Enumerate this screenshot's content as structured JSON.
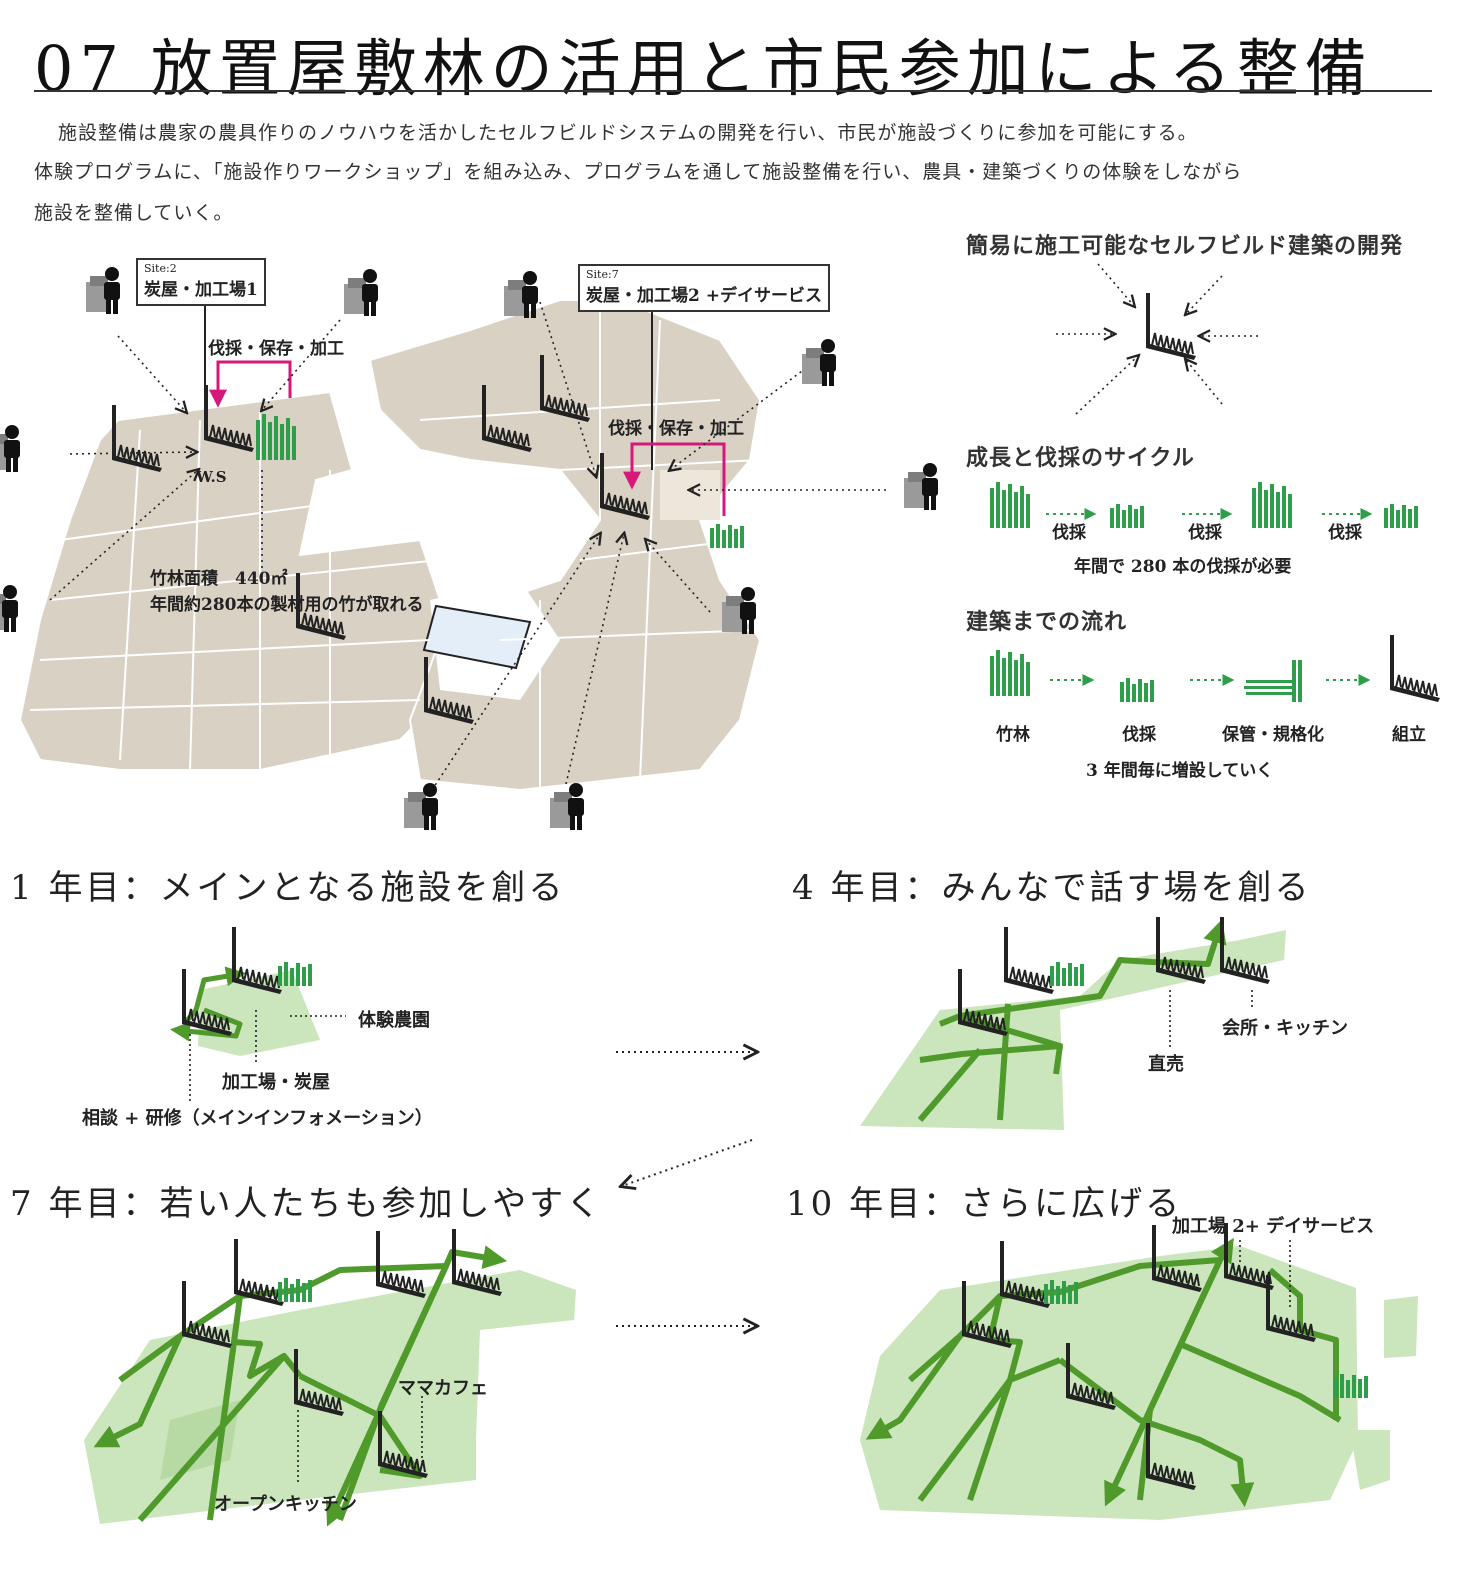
{
  "title": "07 放置屋敷林の活用と市民参加による整備",
  "intro": [
    "施設整備は農家の農具作りのノウハウを活かしたセルフビルドシステムの開発を行い、市民が施設づくりに参加を可能にする。",
    "体験プログラムに、「施設作りワークショップ」を組み込み、プログラムを通して施設整備を行い、農具・建築づくりの体験をしながら",
    "施設を整備していく。"
  ],
  "map": {
    "site2_id": "Site:2",
    "site2_name": "炭屋・加工場1",
    "site7_id": "Site:7",
    "site7_name": "炭屋・加工場2 +デイサービス",
    "cycle_label_1": "伐採・保存・加工",
    "cycle_label_2": "伐採・保存・加工",
    "ws": "W.S",
    "bamboo_area": "竹林面積　440㎡",
    "bamboo_yield": "年間約280本の製材用の竹が取れる"
  },
  "right_panel": {
    "heading_selfbuild": "簡易に施工可能なセルフビルド建築の開発",
    "heading_cycle": "成長と伐採のサイクル",
    "cycle_steps": [
      "伐採",
      "伐採",
      "伐採"
    ],
    "cycle_note": "年間で 280 本の伐採が必要",
    "heading_flow": "建築までの流れ",
    "flow_steps": [
      "竹林",
      "伐採",
      "保管・規格化",
      "組立"
    ],
    "flow_note": "3 年間毎に増設していく"
  },
  "stages": {
    "y1": {
      "title": "1 年目：メインとなる施設を創る",
      "labels": [
        "体験農園",
        "加工場・炭屋",
        "相談 + 研修（メインインフォメーション）"
      ]
    },
    "y4": {
      "title": "4 年目：みんなで話す場を創る",
      "labels": [
        "会所・キッチン",
        "直売"
      ]
    },
    "y7": {
      "title": "7 年目：若い人たちも参加しやすく",
      "labels": [
        "ママカフェ",
        "オープンキッチン"
      ]
    },
    "y10": {
      "title": "10 年目：さらに広げる",
      "labels": [
        "加工場 2+ デイサービス"
      ]
    }
  },
  "colors": {
    "ground": "#d9d2c4",
    "ground_line": "#ffffff",
    "bamboo_green": "#2e9e4a",
    "path_green": "#4f9a2a",
    "area_green": "#cbe5bd",
    "magenta": "#d6187a",
    "pond": "#e3eef8",
    "ink": "#222222"
  }
}
